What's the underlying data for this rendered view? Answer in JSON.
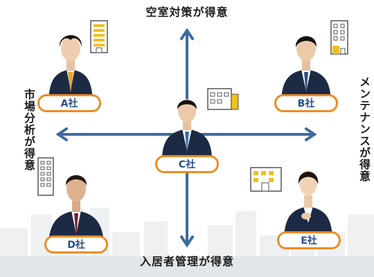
{
  "axes": {
    "top": "空室対策が得意",
    "bottom": "入居者管理が得意",
    "left": "市場分析が得意",
    "right": "メンテナンスが得意"
  },
  "companies": {
    "a": {
      "label": "A社"
    },
    "b": {
      "label": "B社"
    },
    "c": {
      "label": "C社"
    },
    "d": {
      "label": "D社"
    },
    "e": {
      "label": "E社"
    }
  },
  "colors": {
    "axis": "#3d6b9e",
    "badge_border": "#ee8b22",
    "badge_text": "#26508b",
    "building_accent": "#f0c020",
    "suit": "#1d2a44"
  }
}
